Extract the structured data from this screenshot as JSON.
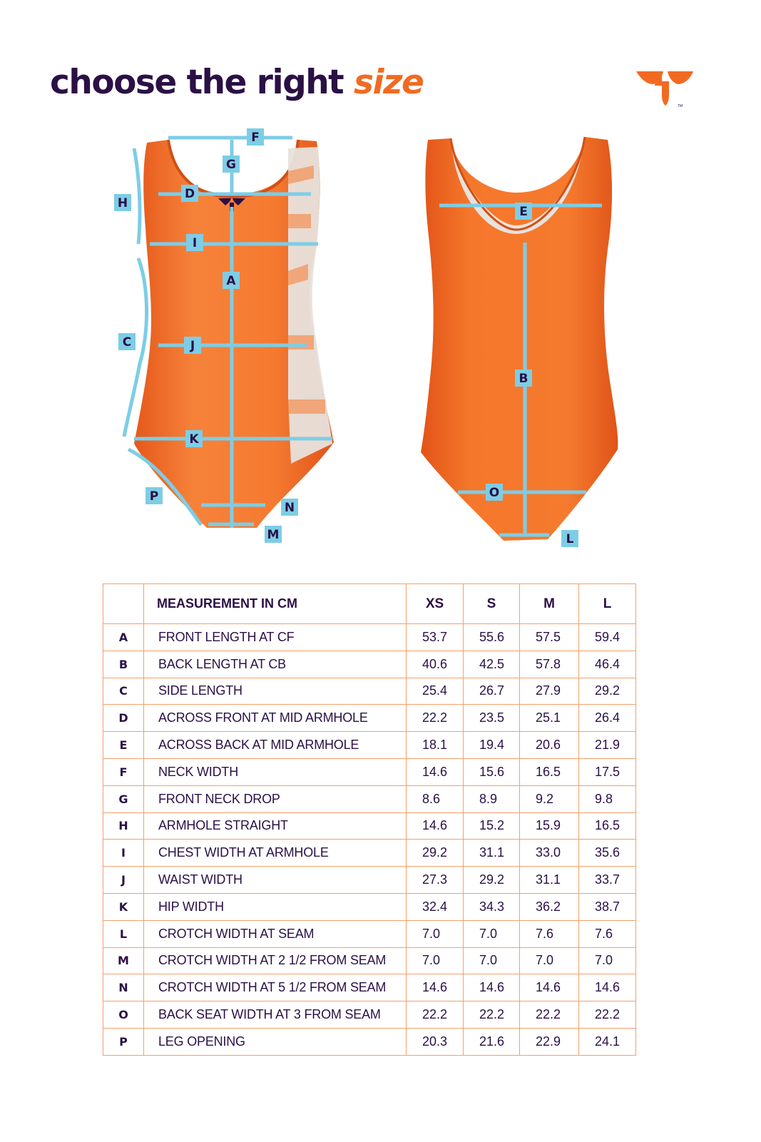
{
  "title": {
    "main": "choose the right ",
    "accent": "size"
  },
  "colors": {
    "brand": "#f26a22",
    "ink": "#2b1046",
    "measure": "#7dcde6",
    "grid": "#f4a06a"
  },
  "icons": {
    "logo": "whale-tail-logo"
  },
  "labels": {
    "a": "A",
    "b": "B",
    "c": "C",
    "d": "D",
    "e": "E",
    "f": "F",
    "g": "G",
    "h": "H",
    "i": "I",
    "j": "J",
    "k": "K",
    "l": "L",
    "m": "M",
    "n": "N",
    "o": "O",
    "p": "P"
  },
  "table": {
    "columns": [
      "",
      "MEASUREMENT IN CM",
      "XS",
      "S",
      "M",
      "L"
    ],
    "rows": [
      {
        "code": "A",
        "name": "FRONT LENGTH AT CF",
        "values": [
          "53.7",
          "55.6",
          "57.5",
          "59.4"
        ]
      },
      {
        "code": "B",
        "name": "BACK LENGTH AT CB",
        "values": [
          "40.6",
          "42.5",
          "57.8",
          "46.4"
        ]
      },
      {
        "code": "C",
        "name": "SIDE LENGTH",
        "values": [
          "25.4",
          "26.7",
          "27.9",
          "29.2"
        ]
      },
      {
        "code": "D",
        "name": "ACROSS FRONT AT MID ARMHOLE",
        "values": [
          "22.2",
          "23.5",
          "25.1",
          "26.4"
        ]
      },
      {
        "code": "E",
        "name": "ACROSS BACK AT MID ARMHOLE",
        "values": [
          "18.1",
          "19.4",
          "20.6",
          "21.9"
        ]
      },
      {
        "code": "F",
        "name": "NECK WIDTH",
        "values": [
          "14.6",
          "15.6",
          "16.5",
          "17.5"
        ]
      },
      {
        "code": "G",
        "name": "FRONT NECK DROP",
        "values": [
          "8.6",
          "8.9",
          "9.2",
          "9.8"
        ]
      },
      {
        "code": "H",
        "name": "ARMHOLE STRAIGHT",
        "values": [
          "14.6",
          "15.2",
          "15.9",
          "16.5"
        ]
      },
      {
        "code": "I",
        "name": "CHEST WIDTH AT ARMHOLE",
        "values": [
          "29.2",
          "31.1",
          "33.0",
          "35.6"
        ]
      },
      {
        "code": "J",
        "name": "WAIST WIDTH",
        "values": [
          "27.3",
          "29.2",
          "31.1",
          "33.7"
        ]
      },
      {
        "code": "K",
        "name": "HIP WIDTH",
        "values": [
          "32.4",
          "34.3",
          "36.2",
          "38.7"
        ]
      },
      {
        "code": "L",
        "name": "CROTCH WIDTH AT SEAM",
        "values": [
          "7.0",
          "7.0",
          "7.6",
          "7.6"
        ]
      },
      {
        "code": "M",
        "name": "CROTCH WIDTH AT 2 1/2 FROM SEAM",
        "values": [
          "7.0",
          "7.0",
          "7.0",
          "7.0"
        ]
      },
      {
        "code": "N",
        "name": "CROTCH WIDTH AT 5 1/2 FROM SEAM",
        "values": [
          "14.6",
          "14.6",
          "14.6",
          "14.6"
        ]
      },
      {
        "code": "O",
        "name": "BACK SEAT WIDTH AT 3 FROM SEAM",
        "values": [
          "22.2",
          "22.2",
          "22.2",
          "22.2"
        ]
      },
      {
        "code": "P",
        "name": "LEG OPENING",
        "values": [
          "20.3",
          "21.6",
          "22.9",
          "24.1"
        ]
      }
    ]
  }
}
